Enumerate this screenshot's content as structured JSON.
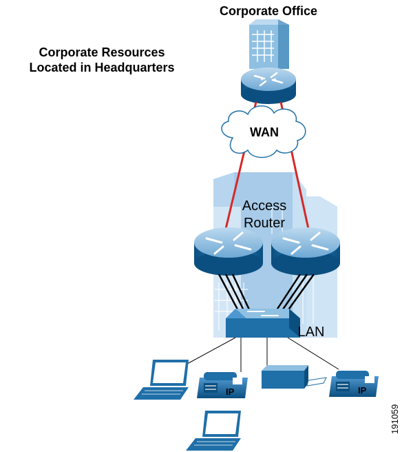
{
  "labels": {
    "corporate_office": "Corporate Office",
    "resources_line1": "Corporate Resources",
    "resources_line2": "Located in Headquarters",
    "wan": "WAN",
    "access_line1": "Access",
    "access_line2": "Router",
    "lan": "LAN",
    "figure_id": "191059",
    "ip": "IP"
  },
  "colors": {
    "device_blue": "#1f6fa8",
    "device_dark": "#0b4f80",
    "device_light": "#8fc0e2",
    "building_light": "#c3dcf1",
    "building_mid": "#a8cce9",
    "wan_link": "#d62828",
    "cloud_stroke": "#1f6fa8"
  },
  "icons": [
    "building-icon",
    "router-icon",
    "wan-cloud-icon",
    "switch-icon",
    "laptop-icon",
    "ip-phone-icon",
    "printer-icon"
  ]
}
